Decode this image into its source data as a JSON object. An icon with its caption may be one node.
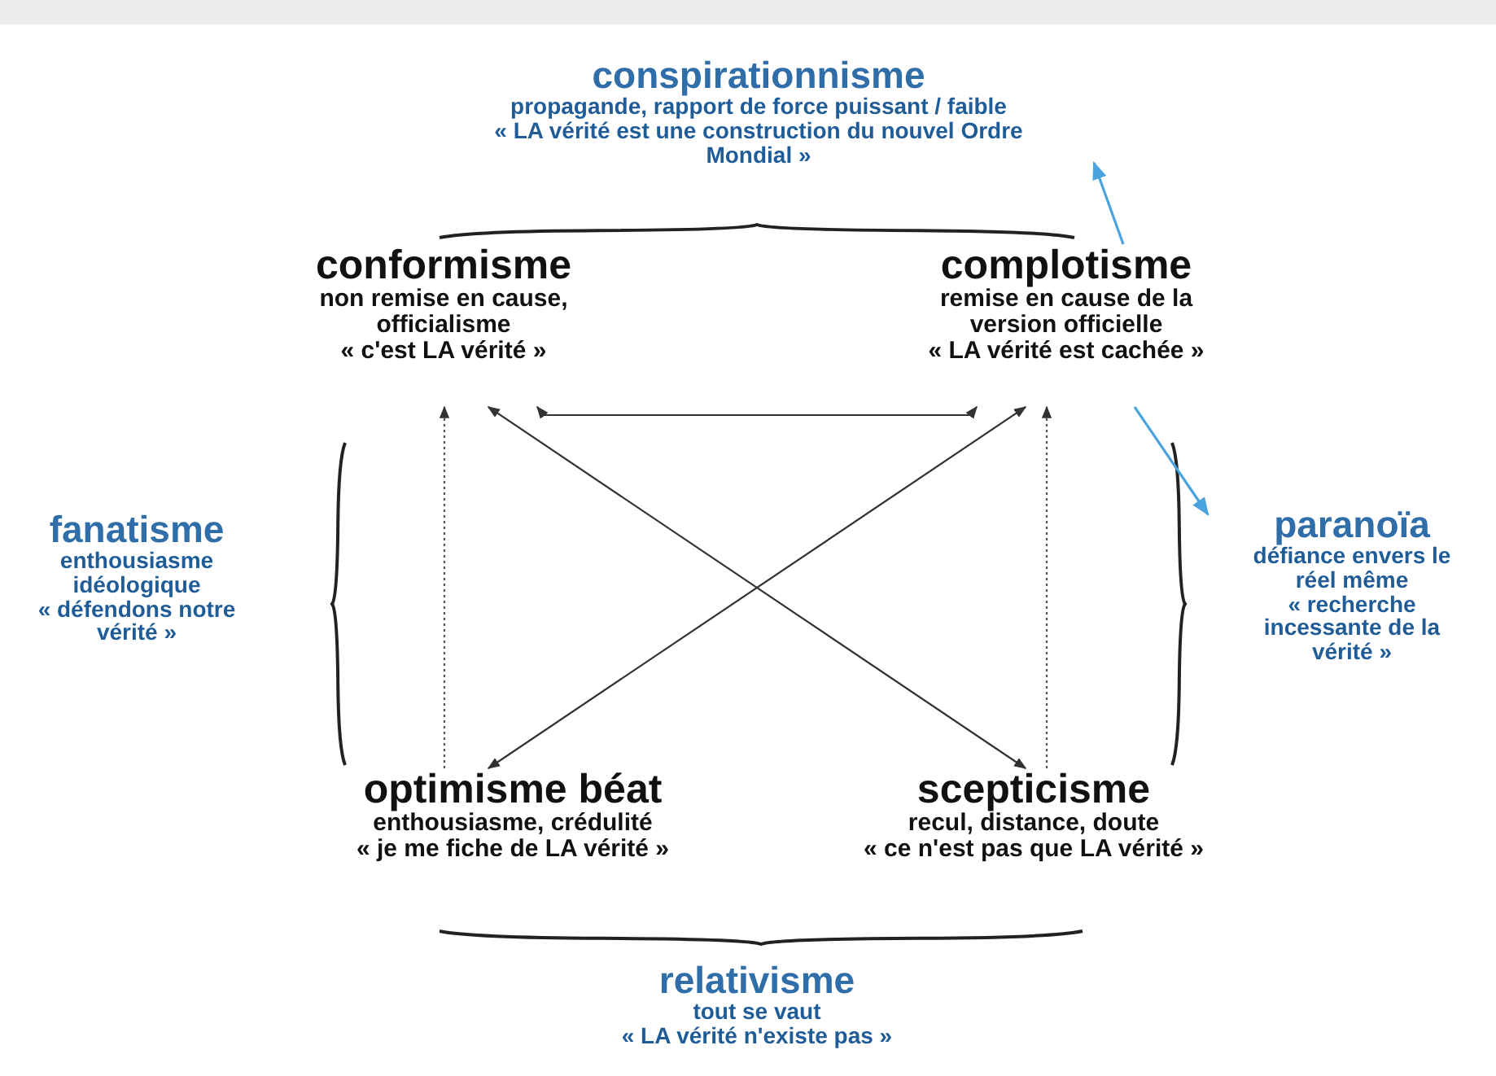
{
  "diagram": {
    "nodes": [
      {
        "text": [
          "conspirationnisme",
          "propagande, rapport de force puissant / faible",
          "« LA vérité est une construction du nouvel Ordre Mondial »"
        ]
      },
      {
        "text": [
          "conformisme",
          "non remise en cause, officialisme",
          "« c'est LA vérité »"
        ]
      },
      {
        "text": [
          "complotisme",
          "remise en cause de la version officielle",
          "« LA vérité est cachée »"
        ]
      },
      {
        "text": [
          "fanatisme",
          "enthousiasme idéologique",
          "« défendons notre vérité »"
        ]
      },
      {
        "text": [
          "paranoïa",
          "défiance envers le réel même",
          "« recherche incessante de la vérité »"
        ]
      },
      {
        "text": [
          "optimisme béat",
          "enthousiasme, crédulité",
          "« je me fiche de LA vérité »"
        ]
      },
      {
        "text": [
          "scepticisme",
          "recul, distance, doute",
          "« ce n'est pas que LA vérité »"
        ]
      },
      {
        "text": [
          "relativisme",
          "tout se vaut",
          "« LA vérité n'existe pas »"
        ]
      }
    ],
    "edges": [
      {
        "from": 1,
        "to": 2,
        "arrow": "both"
      },
      {
        "from": 5,
        "to": 2,
        "arrow": "both"
      },
      {
        "from": 1,
        "to": 6,
        "arrow": "both"
      },
      {
        "from": 5,
        "to": 1,
        "arrow": "to",
        "style": "dashed"
      },
      {
        "from": 6,
        "to": 2,
        "arrow": "to",
        "style": "dashed"
      },
      {
        "from": 2,
        "to": 0,
        "arrow": "to",
        "color": "#4aa3df"
      },
      {
        "from": 2,
        "to": 4,
        "arrow": "to",
        "color": "#4aa3df"
      }
    ]
  }
}
